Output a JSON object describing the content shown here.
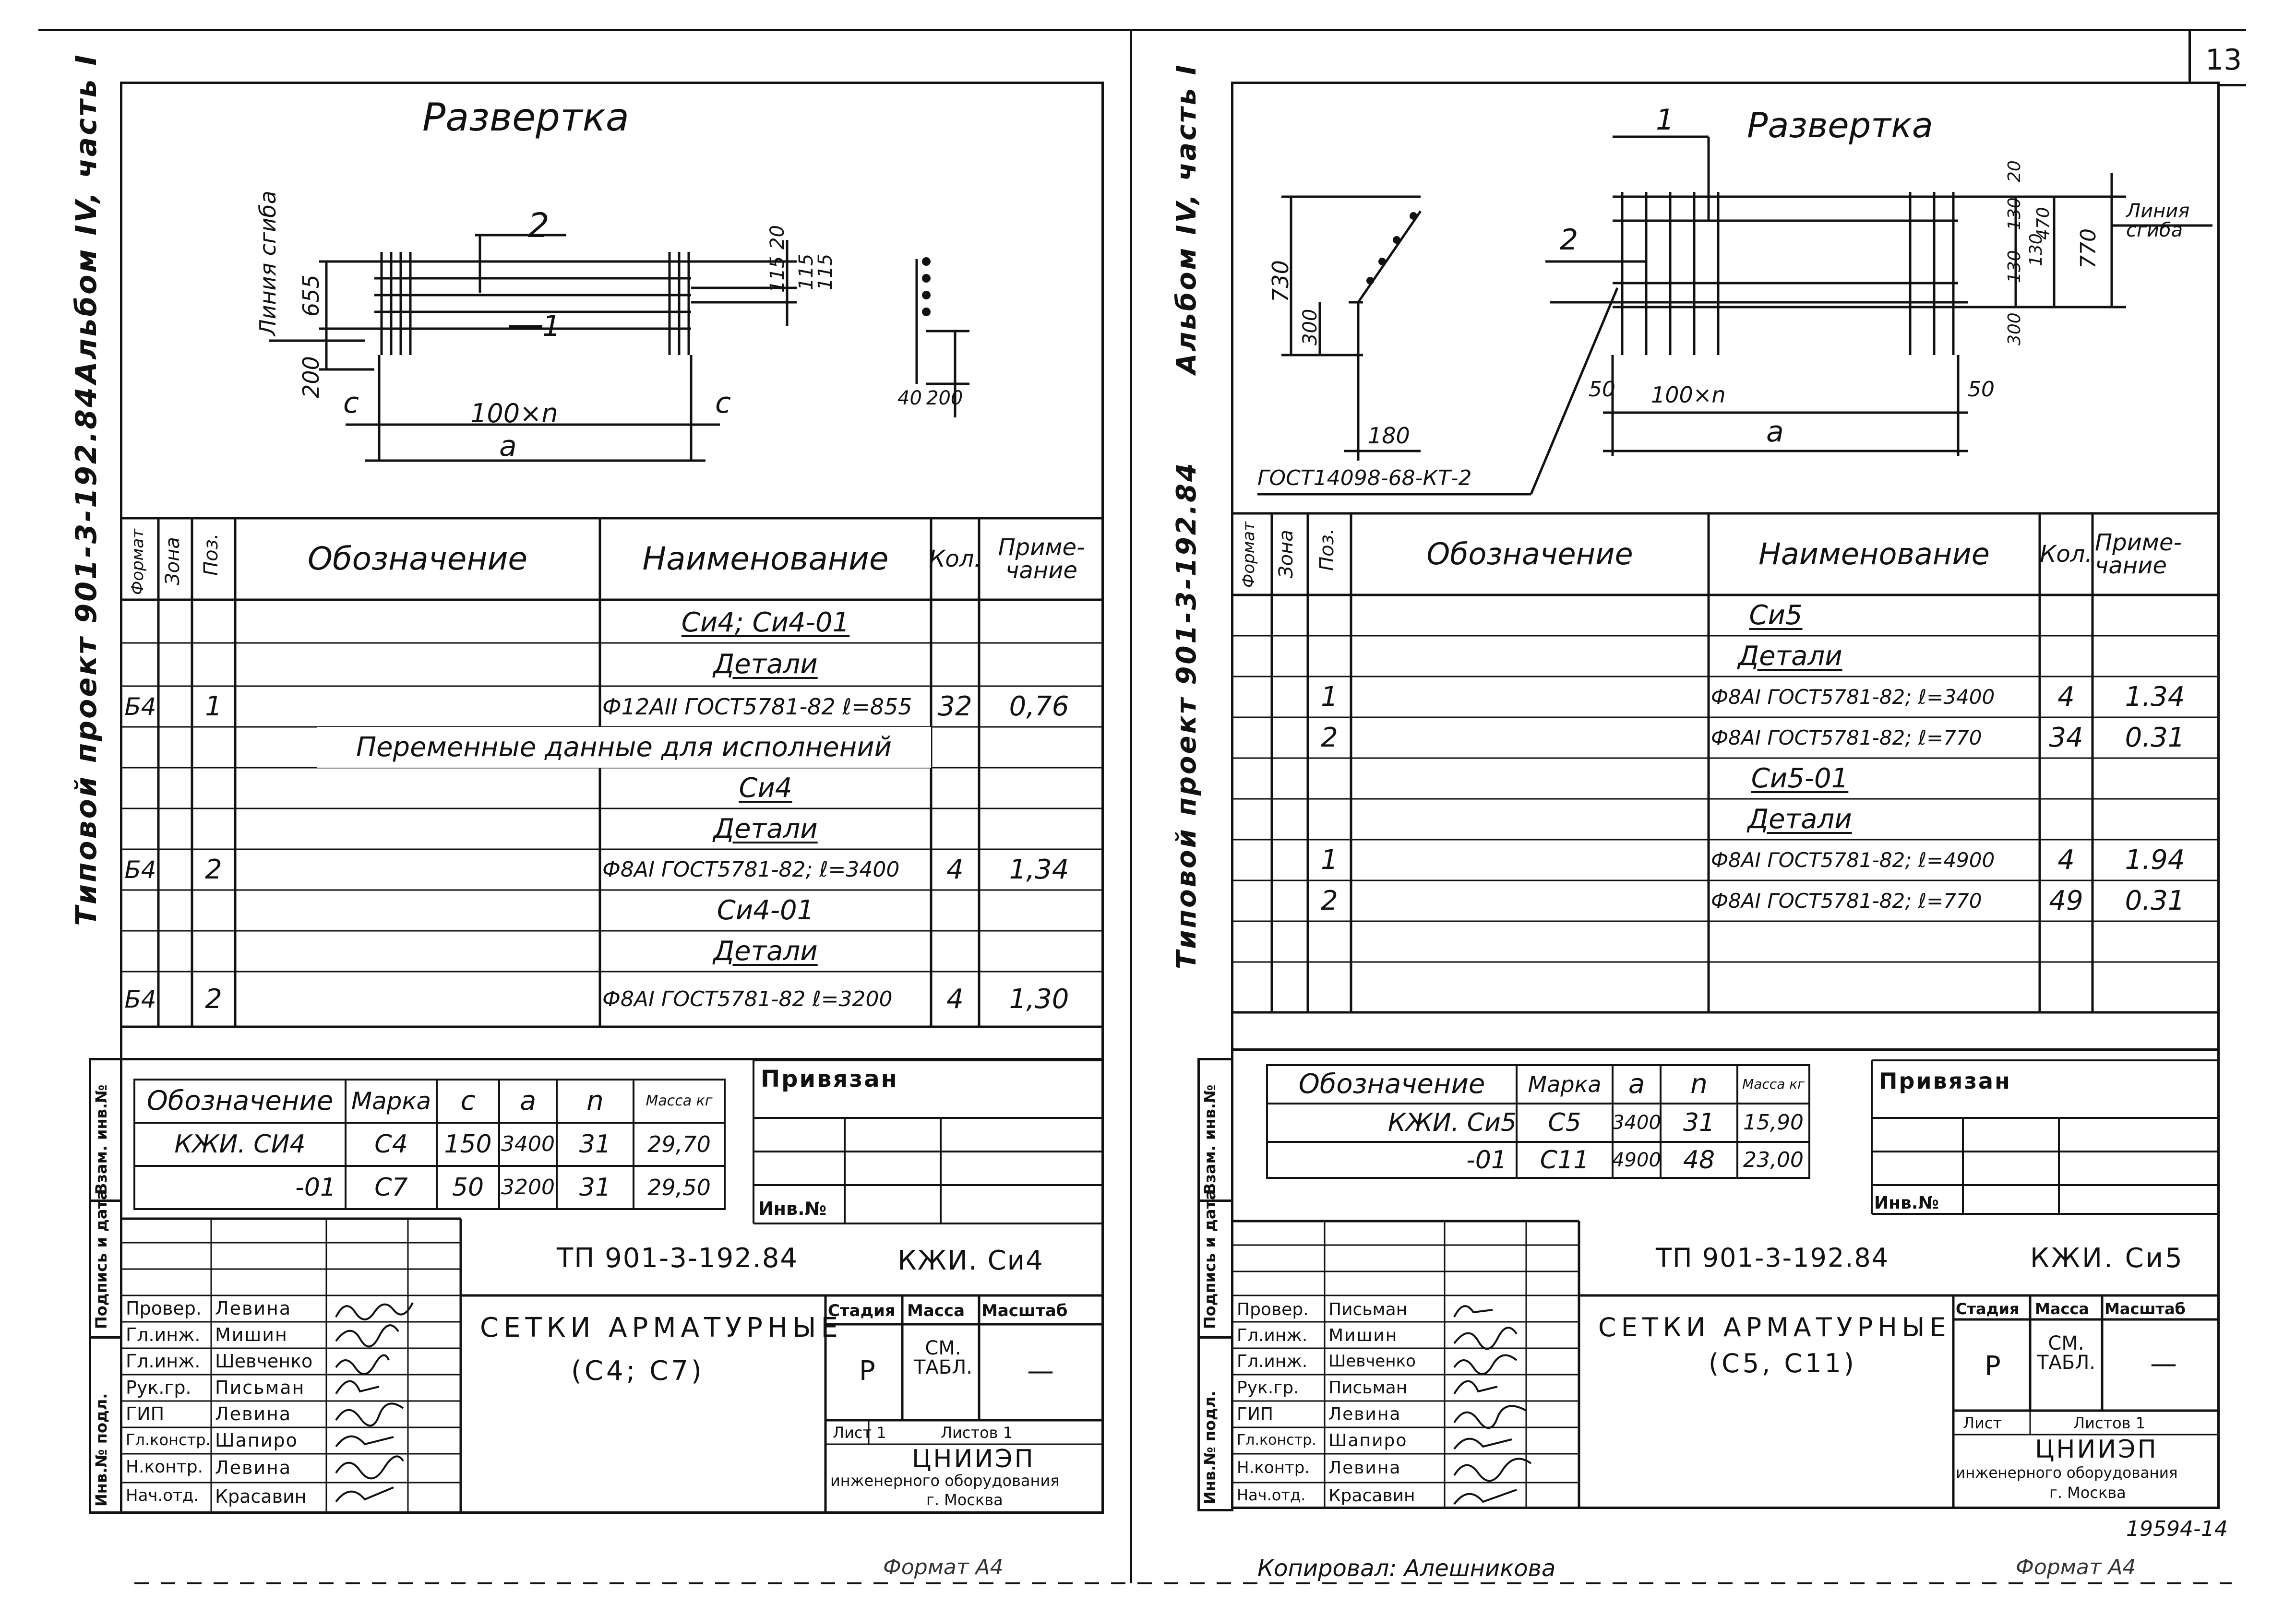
{
  "page_number": "13",
  "left": {
    "side_album": "Альбом IV, часть I",
    "side_project": "Типовой проект 901-3-192.84",
    "drawing_title": "Развертка",
    "dims": {
      "bend_line": "Линия сгиба",
      "pos1": "1",
      "pos2": "2",
      "h655": "655",
      "h200": "200",
      "h20": "20",
      "h115a": "115",
      "h115b": "115",
      "h115c": "115",
      "c_left": "c",
      "c_right": "c",
      "span": "100×n",
      "a": "a",
      "d40": "40",
      "d200": "200"
    },
    "spec_headers": {
      "format": "Формат",
      "zone": "Зона",
      "pos": "Поз.",
      "designation": "Обозначение",
      "name": "Наименование",
      "qty": "Кол.",
      "note": "Приме-чание"
    },
    "spec_rows": [
      {
        "format": "",
        "pos": "",
        "designation": "",
        "name": "Си4; Си4-01",
        "qty": "",
        "note": "",
        "underline": true
      },
      {
        "format": "",
        "pos": "",
        "designation": "",
        "name": "Детали",
        "qty": "",
        "note": "",
        "underline": true
      },
      {
        "format": "Б4",
        "pos": "1",
        "designation": "",
        "name": "Ф12АII ГОСТ5781-82 ℓ=855",
        "qty": "32",
        "note": "0,76"
      },
      {
        "format": "",
        "pos": "",
        "designation": "",
        "name": "",
        "qty": "",
        "note": "",
        "span": "Переменные данные для исполнений"
      },
      {
        "format": "",
        "pos": "",
        "designation": "",
        "name": "Си4",
        "qty": "",
        "note": "",
        "underline": true
      },
      {
        "format": "",
        "pos": "",
        "designation": "",
        "name": "Детали",
        "qty": "",
        "note": "",
        "underline": true
      },
      {
        "format": "Б4",
        "pos": "2",
        "designation": "",
        "name": "Ф8АI ГОСТ5781-82; ℓ=3400",
        "qty": "4",
        "note": "1,34"
      },
      {
        "format": "",
        "pos": "",
        "designation": "",
        "name": "Си4-01",
        "qty": "",
        "note": "",
        "underline": true
      },
      {
        "format": "",
        "pos": "",
        "designation": "",
        "name": "Детали",
        "qty": "",
        "note": "",
        "underline": true
      },
      {
        "format": "Б4",
        "pos": "2",
        "designation": "",
        "name": "Ф8АI ГОСТ5781-82 ℓ=3200",
        "qty": "4",
        "note": "1,30"
      }
    ],
    "var_headers": {
      "designation": "Обозначение",
      "mark": "Марка",
      "c": "с",
      "a": "а",
      "n": "n",
      "mass": "Масса кг"
    },
    "var_rows": [
      {
        "designation": "КЖИ. СИ4",
        "mark": "С4",
        "c": "150",
        "a": "3400",
        "n": "31",
        "mass": "29,70"
      },
      {
        "designation": "-01",
        "mark": "С7",
        "c": "50",
        "a": "3200",
        "n": "31",
        "mass": "29,50"
      }
    ],
    "privyazan": "Привязан",
    "inv_no": "Инв.№",
    "stamp_side": [
      "Инв.№ подл.",
      "Подпись и дата",
      "Взам. инв.№"
    ],
    "code": "ТП 901-3-192.84",
    "mark_code": "КЖИ. Си4",
    "title_main": "СЕТКИ АРМАТУРНЫЕ",
    "title_sub": "(С4; С7)",
    "signers": [
      {
        "role": "Провер.",
        "name": "Левина"
      },
      {
        "role": "Гл.инж.",
        "name": "Мишин"
      },
      {
        "role": "Гл.инж.",
        "name": "Шевченко"
      },
      {
        "role": "Рук.гр.",
        "name": "Письман"
      },
      {
        "role": "ГИП",
        "name": "Левина"
      },
      {
        "role": "Гл.констр.",
        "name": "Шапиро"
      },
      {
        "role": "Н.контр.",
        "name": "Левина"
      },
      {
        "role": "Нач.отд.",
        "name": "Красавин"
      }
    ],
    "stage_h": "Стадия",
    "mass_h": "Масса",
    "scale_h": "Масштаб",
    "stage": "Р",
    "mass_v": "СМ. ТАБЛ.",
    "scale": "—",
    "sheet": "Лист 1",
    "sheets": "Листов 1",
    "org1": "ЦНИИЭП",
    "org2": "инженерного оборудования",
    "org3": "г. Москва",
    "format": "Формат А4"
  },
  "right": {
    "side_album": "Альбом IV, часть I",
    "side_project": "Типовой проект 901-3-192.84",
    "drawing_title": "Развертка",
    "dims": {
      "pos1": "1",
      "pos2": "2",
      "d730": "730",
      "d300": "300",
      "d180": "180",
      "gost": "ГОСТ14098-68-КТ-2",
      "d20": "20",
      "d130a": "130",
      "d130b": "130",
      "d130c": "130",
      "d470": "470",
      "d770": "770",
      "d300b": "300",
      "bend": "Линия сгиба",
      "d50a": "50",
      "d50b": "50",
      "span": "100×n",
      "a": "a"
    },
    "spec_headers": {
      "format": "Формат",
      "zone": "Зона",
      "pos": "Поз.",
      "designation": "Обозначение",
      "name": "Наименование",
      "qty": "Кол.",
      "note": "Приме-чание"
    },
    "spec_rows": [
      {
        "pos": "",
        "name": "Си5",
        "qty": "",
        "note": "",
        "underline": true
      },
      {
        "pos": "",
        "name": "Детали",
        "qty": "",
        "note": "",
        "underline": true
      },
      {
        "pos": "1",
        "name": "Ф8АI ГОСТ5781-82; ℓ=3400",
        "qty": "4",
        "note": "1.34"
      },
      {
        "pos": "2",
        "name": "Ф8АI ГОСТ5781-82; ℓ=770",
        "qty": "34",
        "note": "0.31"
      },
      {
        "pos": "",
        "name": "Си5-01",
        "qty": "",
        "note": "",
        "underline": true
      },
      {
        "pos": "",
        "name": "Детали",
        "qty": "",
        "note": "",
        "underline": true
      },
      {
        "pos": "1",
        "name": "Ф8АI ГОСТ5781-82; ℓ=4900",
        "qty": "4",
        "note": "1.94"
      },
      {
        "pos": "2",
        "name": "Ф8АI ГОСТ5781-82; ℓ=770",
        "qty": "49",
        "note": "0.31"
      },
      {
        "pos": "",
        "name": "",
        "qty": "",
        "note": ""
      },
      {
        "pos": "",
        "name": "",
        "qty": "",
        "note": ""
      }
    ],
    "var_headers": {
      "designation": "Обозначение",
      "mark": "Марка",
      "a": "а",
      "n": "n",
      "mass": "Масса кг"
    },
    "var_rows": [
      {
        "designation": "КЖИ. Си5",
        "mark": "С5",
        "a": "3400",
        "n": "31",
        "mass": "15,90"
      },
      {
        "designation": "-01",
        "mark": "С11",
        "a": "4900",
        "n": "48",
        "mass": "23,00"
      }
    ],
    "privyazan": "Привязан",
    "inv_no": "Инв.№",
    "stamp_side": [
      "Инв.№ подл.",
      "Подпись и дата",
      "Взам. инв.№"
    ],
    "code": "ТП 901-3-192.84",
    "mark_code": "КЖИ. Си5",
    "title_main": "СЕТКИ АРМАТУРНЫЕ",
    "title_sub": "(С5, С11)",
    "signers": [
      {
        "role": "Провер.",
        "name": "Письман"
      },
      {
        "role": "Гл.инж.",
        "name": "Мишин"
      },
      {
        "role": "Гл.инж.",
        "name": "Шевченко"
      },
      {
        "role": "Рук.гр.",
        "name": "Письман"
      },
      {
        "role": "ГИП",
        "name": "Левина"
      },
      {
        "role": "Гл.констр.",
        "name": "Шапиро"
      },
      {
        "role": "Н.контр.",
        "name": "Левина"
      },
      {
        "role": "Нач.отд.",
        "name": "Красавин"
      }
    ],
    "stage_h": "Стадия",
    "mass_h": "Масса",
    "scale_h": "Масштаб",
    "stage": "Р",
    "mass_v": "СМ. ТАБЛ.",
    "scale": "—",
    "sheet": "Лист",
    "sheets": "Листов 1",
    "org1": "ЦНИИЭП",
    "org2": "инженерного оборудования",
    "org3": "г. Москва",
    "doc_num": "19594-14",
    "copied": "Копировал: Алешникова",
    "format": "Формат А4"
  }
}
